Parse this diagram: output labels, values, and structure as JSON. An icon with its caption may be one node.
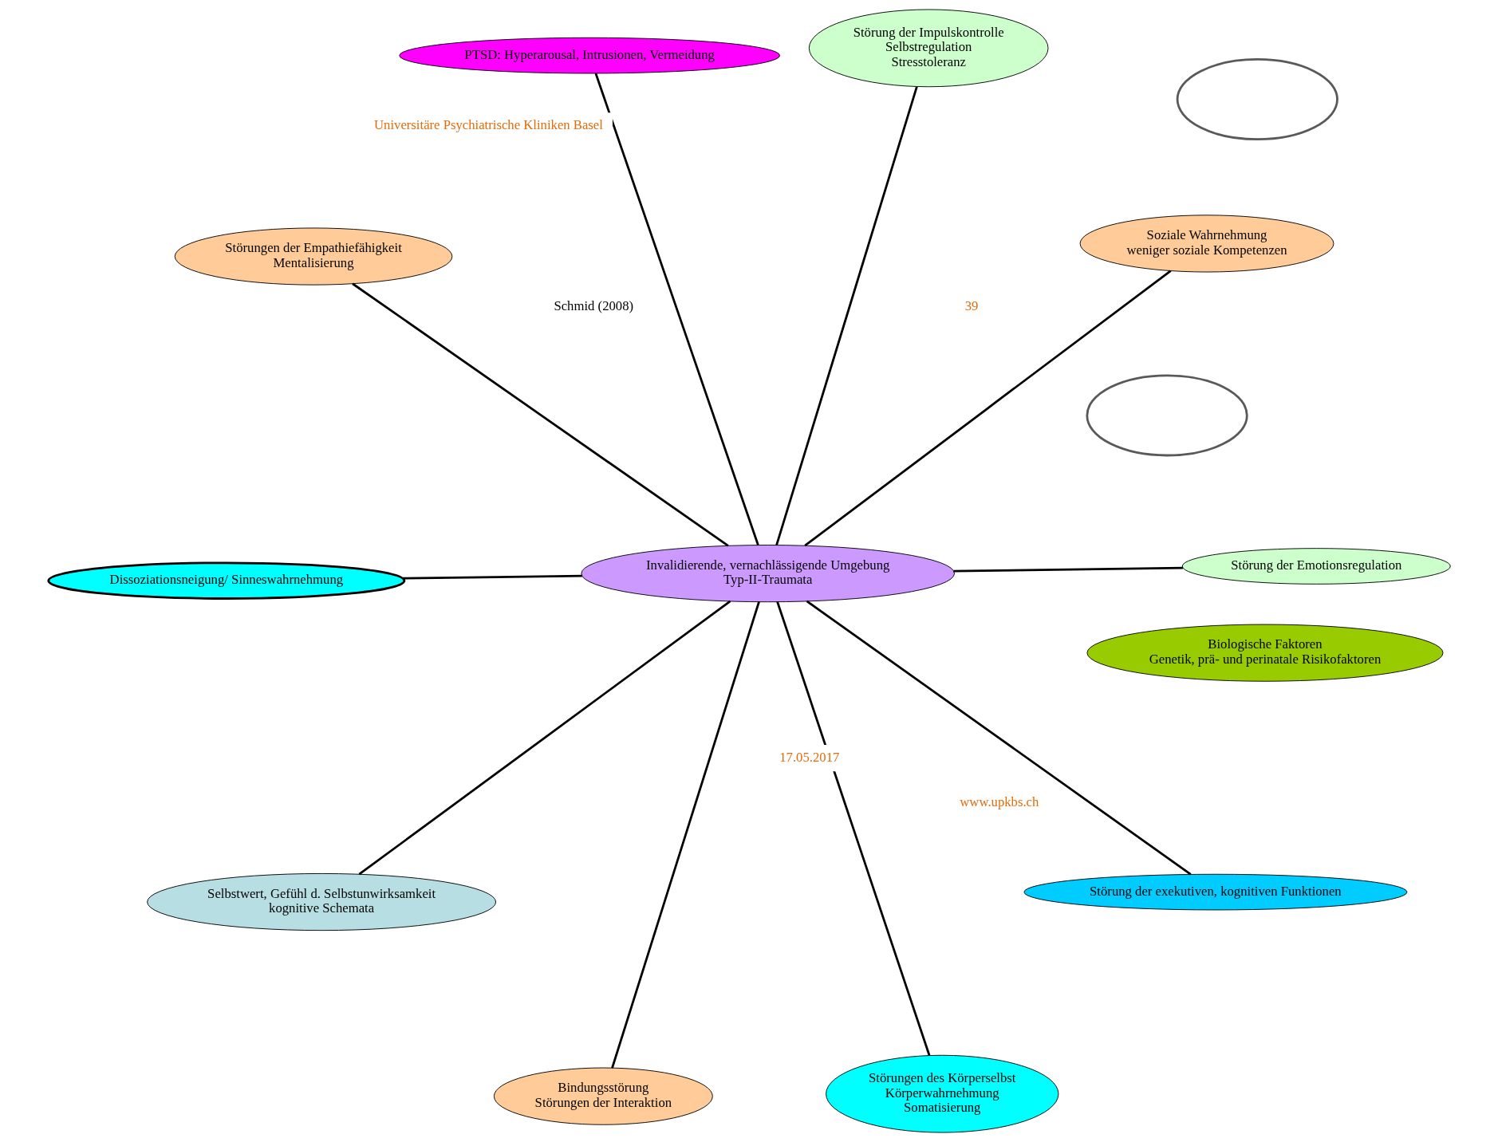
{
  "diagram": {
    "nodes": [
      {
        "text": [
          "Biologische Faktoren",
          "Genetik, prä- und perinatale Risikofaktoren"
        ]
      },
      {
        "text": [
          "Störungen der Empathiefähigkeit",
          "Mentalisierung"
        ]
      },
      {
        "text": [
          "Soziale Wahrnehmung",
          "weniger soziale Kompetenzen"
        ]
      },
      {
        "text": [
          "Bindungsstörung",
          "Störungen der Interaktion"
        ]
      },
      {
        "text": [
          "PTSD: Hyperarousal, Intrusionen, Vermeidung"
        ]
      },
      {
        "text": [
          "Störung der Impulskontrolle",
          "Selbstregulation",
          "Stresstoleranz"
        ]
      },
      {
        "text": [
          "Invalidierende, vernachlässigende Umgebung",
          "Typ-II-Traumata"
        ]
      },
      {
        "text": [
          "Selbstwert, Gefühl d. Selbstunwirksamkeit",
          "kognitive Schemata"
        ]
      },
      {
        "text": [
          "Störung der Emotionsregulation"
        ]
      },
      {
        "text": [],
        "shape": "ellipse"
      },
      {
        "text": [],
        "shape": "ellipse"
      },
      {
        "text": [
          "Dissoziationsneigung/ Sinneswahrnehmung"
        ]
      },
      {
        "text": [
          "Störung der exekutiven, kognitiven Funktionen"
        ]
      },
      {
        "text": [
          "Störungen des Körperselbst",
          "Körperwahrnehmung",
          "Somatisierung"
        ]
      }
    ],
    "edges": [
      {
        "from": 6,
        "to": 1,
        "arrow": "none"
      },
      {
        "from": 6,
        "to": 2,
        "arrow": "none"
      },
      {
        "from": 6,
        "to": 3,
        "arrow": "none"
      },
      {
        "from": 6,
        "to": 4,
        "arrow": "none"
      },
      {
        "from": 6,
        "to": 5,
        "arrow": "none"
      },
      {
        "from": 6,
        "to": 7,
        "arrow": "none"
      },
      {
        "from": 6,
        "to": 8,
        "arrow": "none"
      },
      {
        "from": 6,
        "to": 11,
        "arrow": "none"
      },
      {
        "from": 6,
        "to": 12,
        "arrow": "none"
      },
      {
        "from": 6,
        "to": 13,
        "arrow": "none"
      }
    ],
    "labels": [
      "Schmid (2008)",
      "Universitäre Psychiatrische Kliniken Basel",
      "www.upkbs.ch",
      "17.05.2017",
      "39"
    ]
  }
}
